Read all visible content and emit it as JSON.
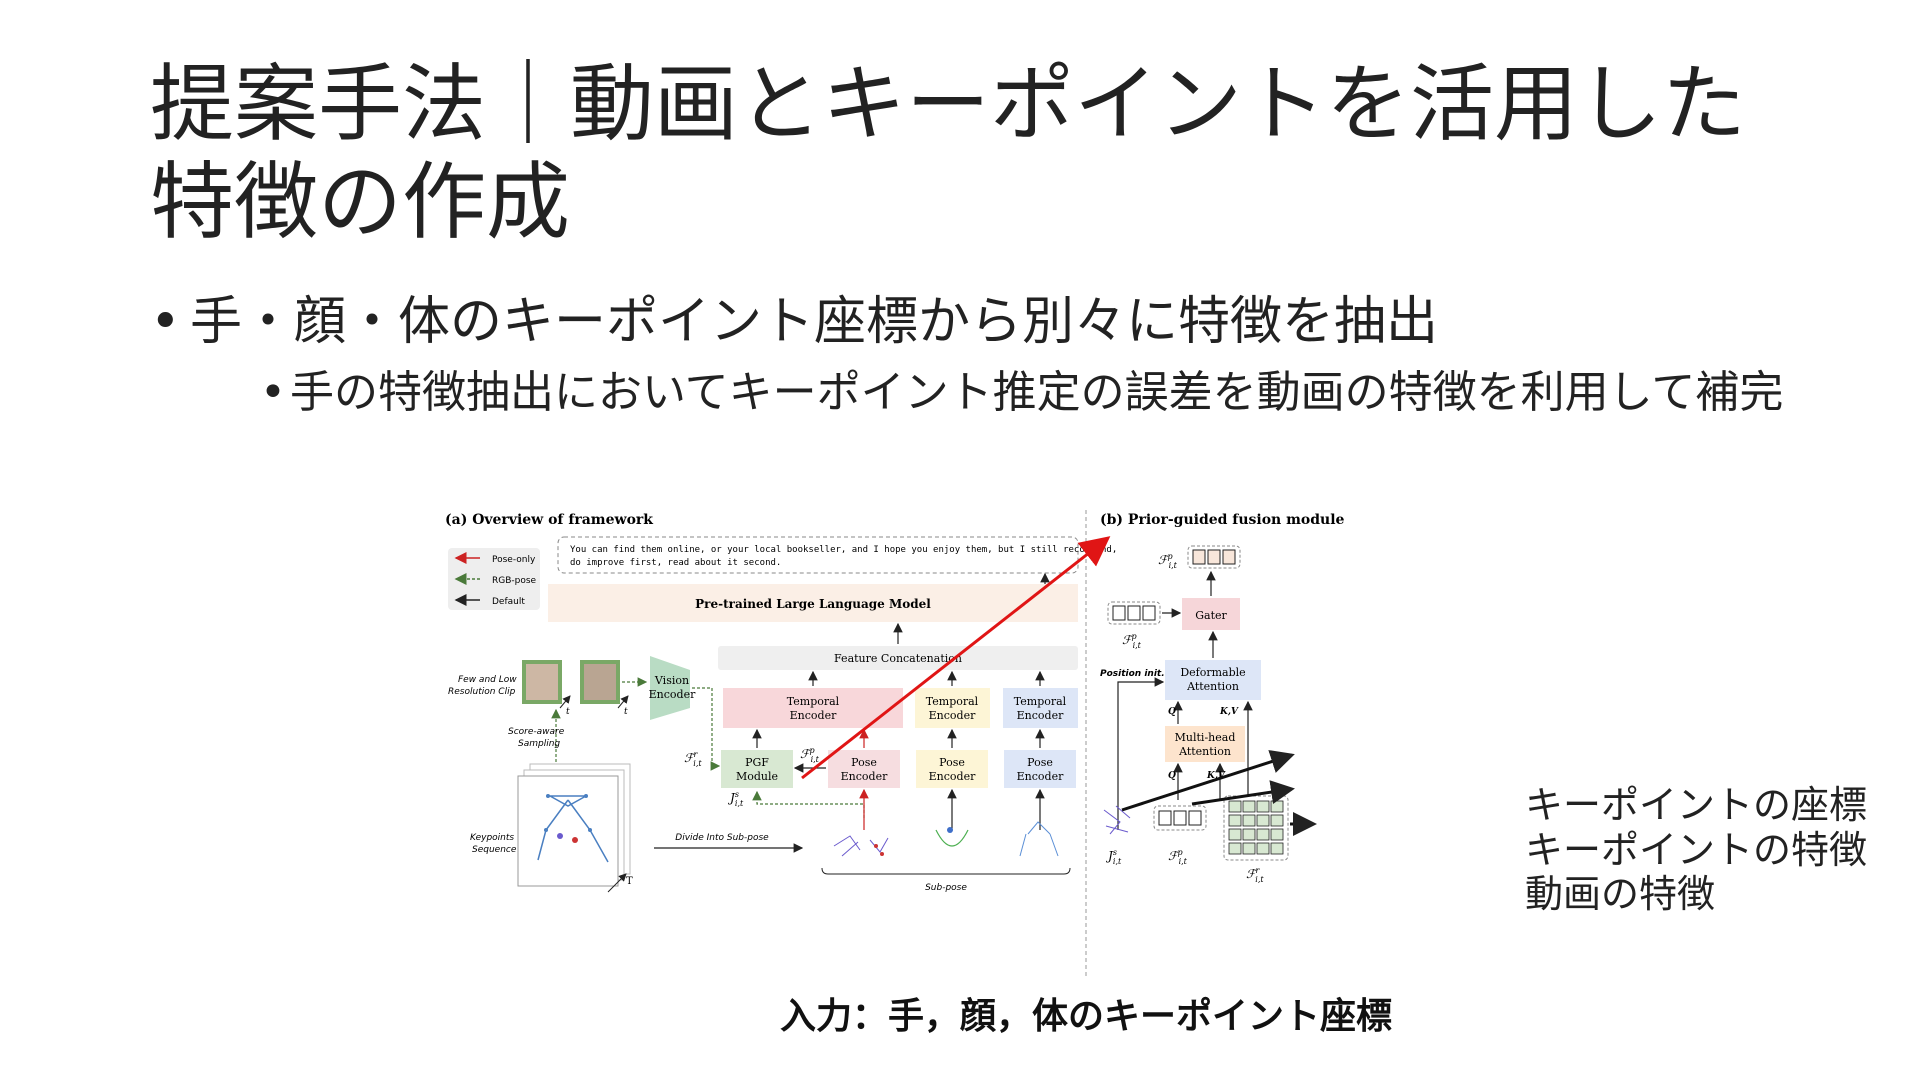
{
  "slide": {
    "title": "提案手法｜動画とキーポイントを活用した特徴の作成",
    "bullet_main": "手・顔・体のキーポイント座標から別々に特徴を抽出",
    "bullet_sub": "手の特徴抽出においてキーポイント推定の誤差を動画の特徴を利用して補完",
    "caption": "入力：手，顔，体のキーポイント座標",
    "annotations": {
      "keypoint_coords": "キーポイントの座標",
      "keypoint_features": "キーポイントの特徴",
      "video_features": "動画の特徴"
    }
  },
  "figure": {
    "panel_a_title": "(a) Overview of framework",
    "panel_b_title": "(b) Prior-guided fusion module",
    "legend": {
      "pose_only": "Pose-only",
      "rgb_pose": "RGB-pose",
      "default": "Default"
    },
    "llm_output_line1": "You can find them online, or your local bookseller, and I hope you enjoy them, but I still recommend,",
    "llm_output_line2": "do improve first, read about it second.",
    "llm": "Pre-trained Large Language Model",
    "feature_concat": "Feature Concatenation",
    "temporal_encoder_l1": "Temporal",
    "temporal_encoder_l2": "Encoder",
    "pose_encoder_l1": "Pose",
    "pose_encoder_l2": "Encoder",
    "pgf_l1": "PGF",
    "pgf_l2": "Module",
    "vision_encoder_l1": "Vision",
    "vision_encoder_l2": "Encoder",
    "clip_label_l1": "Few and Low",
    "clip_label_l2": "Resolution Clip",
    "sampling_l1": "Score-aware",
    "sampling_l2": "Sampling",
    "keypoints_l1": "Keypoints",
    "keypoints_l2": "Sequence",
    "divide": "Divide Into Sub-pose",
    "subpose": "Sub-pose",
    "gater": "Gater",
    "deformable_l1": "Deformable",
    "deformable_l2": "Attention",
    "mha_l1": "Multi-head",
    "mha_l2": "Attention",
    "position_init": "Position init.",
    "q": "Q",
    "kv": "K,V",
    "t": "t",
    "T": "T",
    "f_sym": "ℱ",
    "j_sym": "J",
    "sup_p": "p",
    "sup_r": "r",
    "sup_s": "s",
    "sub_it": "i,t",
    "colors": {
      "temporal_pink": "#f8d7da",
      "temporal_yellow": "#fdf5d6",
      "temporal_blue": "#dde6f7",
      "pose_pink": "#f6dde0",
      "pgf_green": "#d8e8d2",
      "vision_green": "#b9dcc4",
      "llm_beige": "#fbefe6",
      "concat_gray": "#efefef",
      "gater_pink": "#f6d6d9",
      "mha_orange": "#fde4cd",
      "deformable_blue": "#dde6f7",
      "red_arrow": "#e01515"
    }
  }
}
